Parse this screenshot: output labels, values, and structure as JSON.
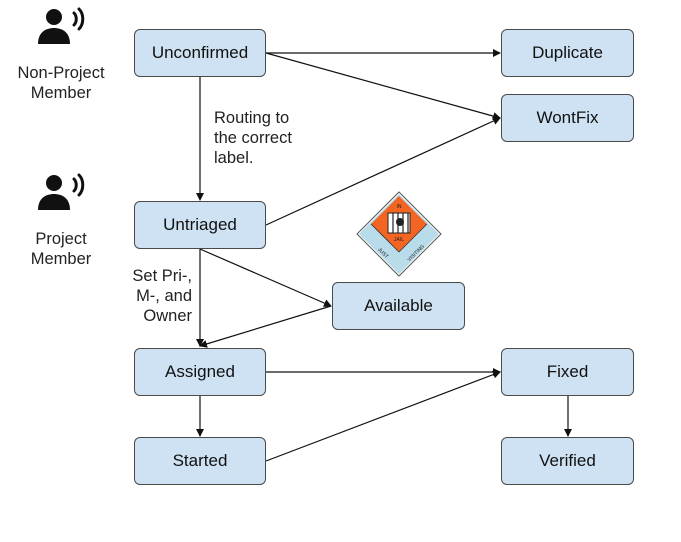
{
  "roles": {
    "non_project": "Non-Project\nMember",
    "project": "Project\nMember"
  },
  "nodes": {
    "unconfirmed": "Unconfirmed",
    "duplicate": "Duplicate",
    "wontfix": "WontFix",
    "untriaged": "Untriaged",
    "available": "Available",
    "assigned": "Assigned",
    "fixed": "Fixed",
    "started": "Started",
    "verified": "Verified"
  },
  "edge_labels": {
    "routing": "Routing to\nthe correct\nlabel.",
    "set_pri": "Set Pri-,\nM-, and\nOwner"
  },
  "badge": {
    "top": "IN",
    "middle": "JAIL",
    "left": "JUST",
    "right": "VISITING"
  },
  "colors": {
    "node_fill": "#cfe2f3",
    "node_border": "#4a4a4a",
    "badge_orange": "#f26522",
    "badge_blue": "#b9dcea"
  },
  "icons": [
    "person-speaking-icon",
    "person-speaking-icon"
  ]
}
